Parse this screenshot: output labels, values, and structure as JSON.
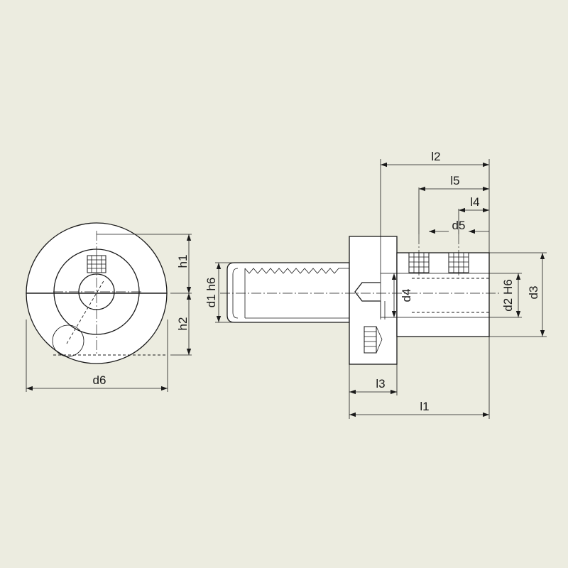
{
  "colors": {
    "background": "#ecece0",
    "line": "#1a1a1a",
    "part_fill": "#ffffff"
  },
  "labels": {
    "d6": "d6",
    "h1": "h1",
    "h2": "h2",
    "d1": "d1 h6",
    "l2": "l2",
    "l5": "l5",
    "l4": "l4",
    "d5": "d5",
    "d4": "d4",
    "d2": "d2 H6",
    "d3": "d3",
    "l3": "l3",
    "l1": "l1"
  }
}
